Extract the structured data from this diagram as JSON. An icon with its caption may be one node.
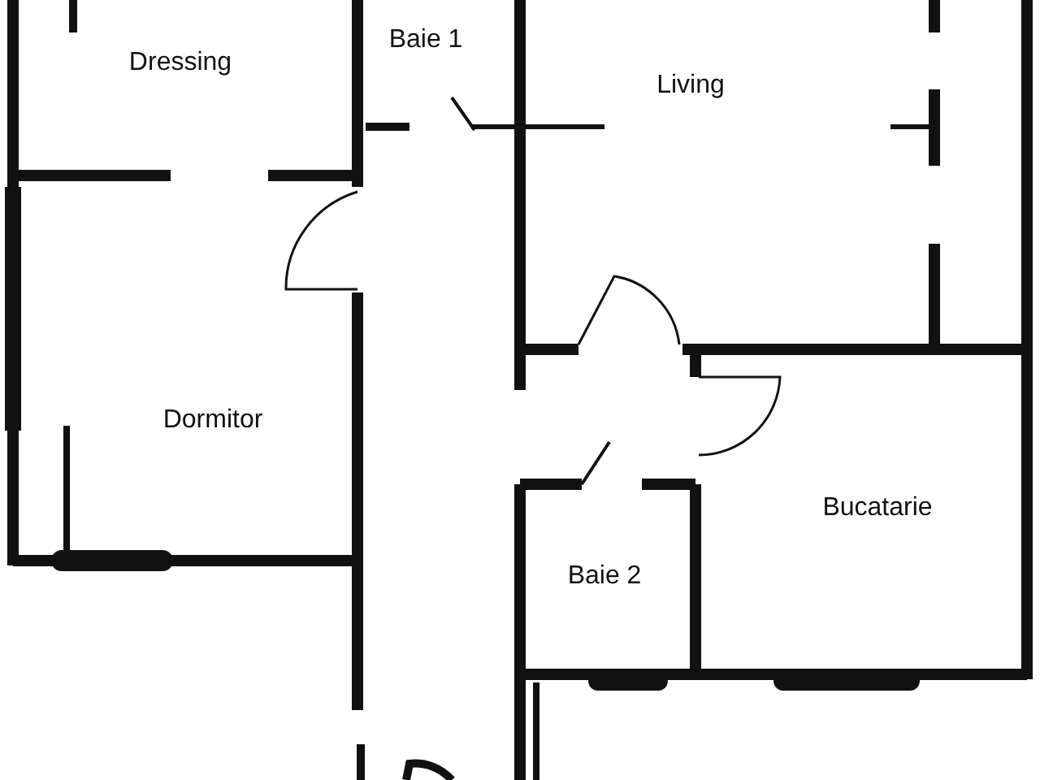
{
  "diagram": {
    "nodes": [
      {
        "text": [
          "Dressing"
        ]
      },
      {
        "text": [
          "Baie 1"
        ]
      },
      {
        "text": [
          "Living"
        ]
      },
      {
        "text": [
          "Dormitor"
        ]
      },
      {
        "text": [
          "Bucatarie"
        ]
      },
      {
        "text": [
          "Baie 2"
        ]
      }
    ]
  }
}
